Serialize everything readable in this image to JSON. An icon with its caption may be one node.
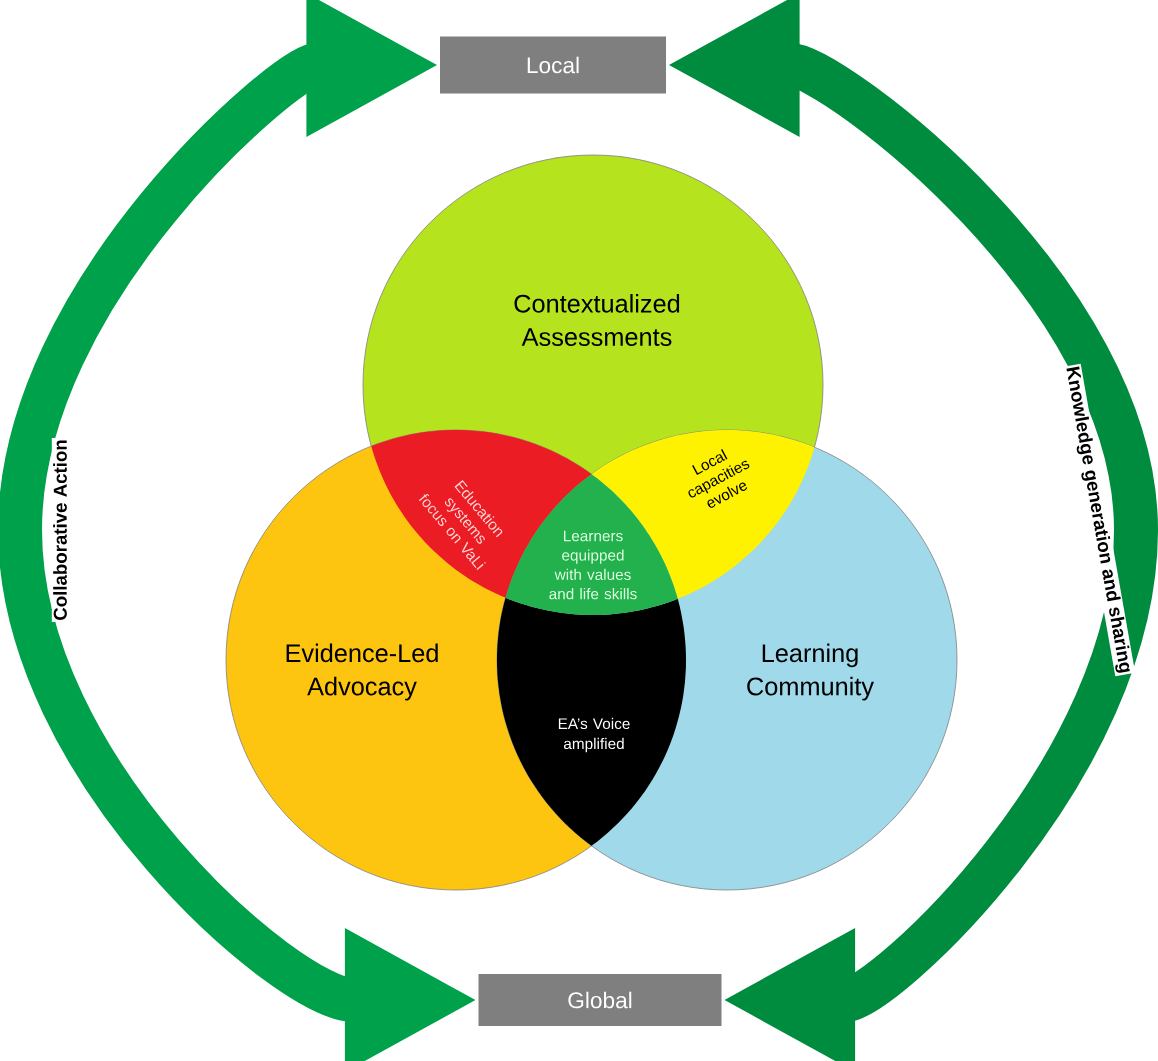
{
  "diagram": {
    "nodes": [
      {
        "text": [
          "Local"
        ]
      },
      {
        "text": [
          "Global"
        ]
      },
      {
        "text": [
          "Contextualized Assessments"
        ]
      },
      {
        "text": [
          "Evidence-Led Advocacy"
        ]
      },
      {
        "text": [
          "Learning Community"
        ]
      },
      {
        "text": [
          "Education systems focus on VaLi"
        ]
      },
      {
        "text": [
          "Local capacities evolve"
        ]
      },
      {
        "text": [
          "Learners equipped with values and life skills"
        ]
      },
      {
        "text": [
          "EA’s Voice amplified"
        ]
      }
    ],
    "edges": [
      {
        "from": 0,
        "to": 1,
        "arrow": "both",
        "label": "Collaborative Action",
        "color": "#00a14b"
      },
      {
        "from": 0,
        "to": 1,
        "arrow": "both",
        "label": "Knowledge generation and sharing",
        "color": "#008c3f"
      }
    ]
  }
}
